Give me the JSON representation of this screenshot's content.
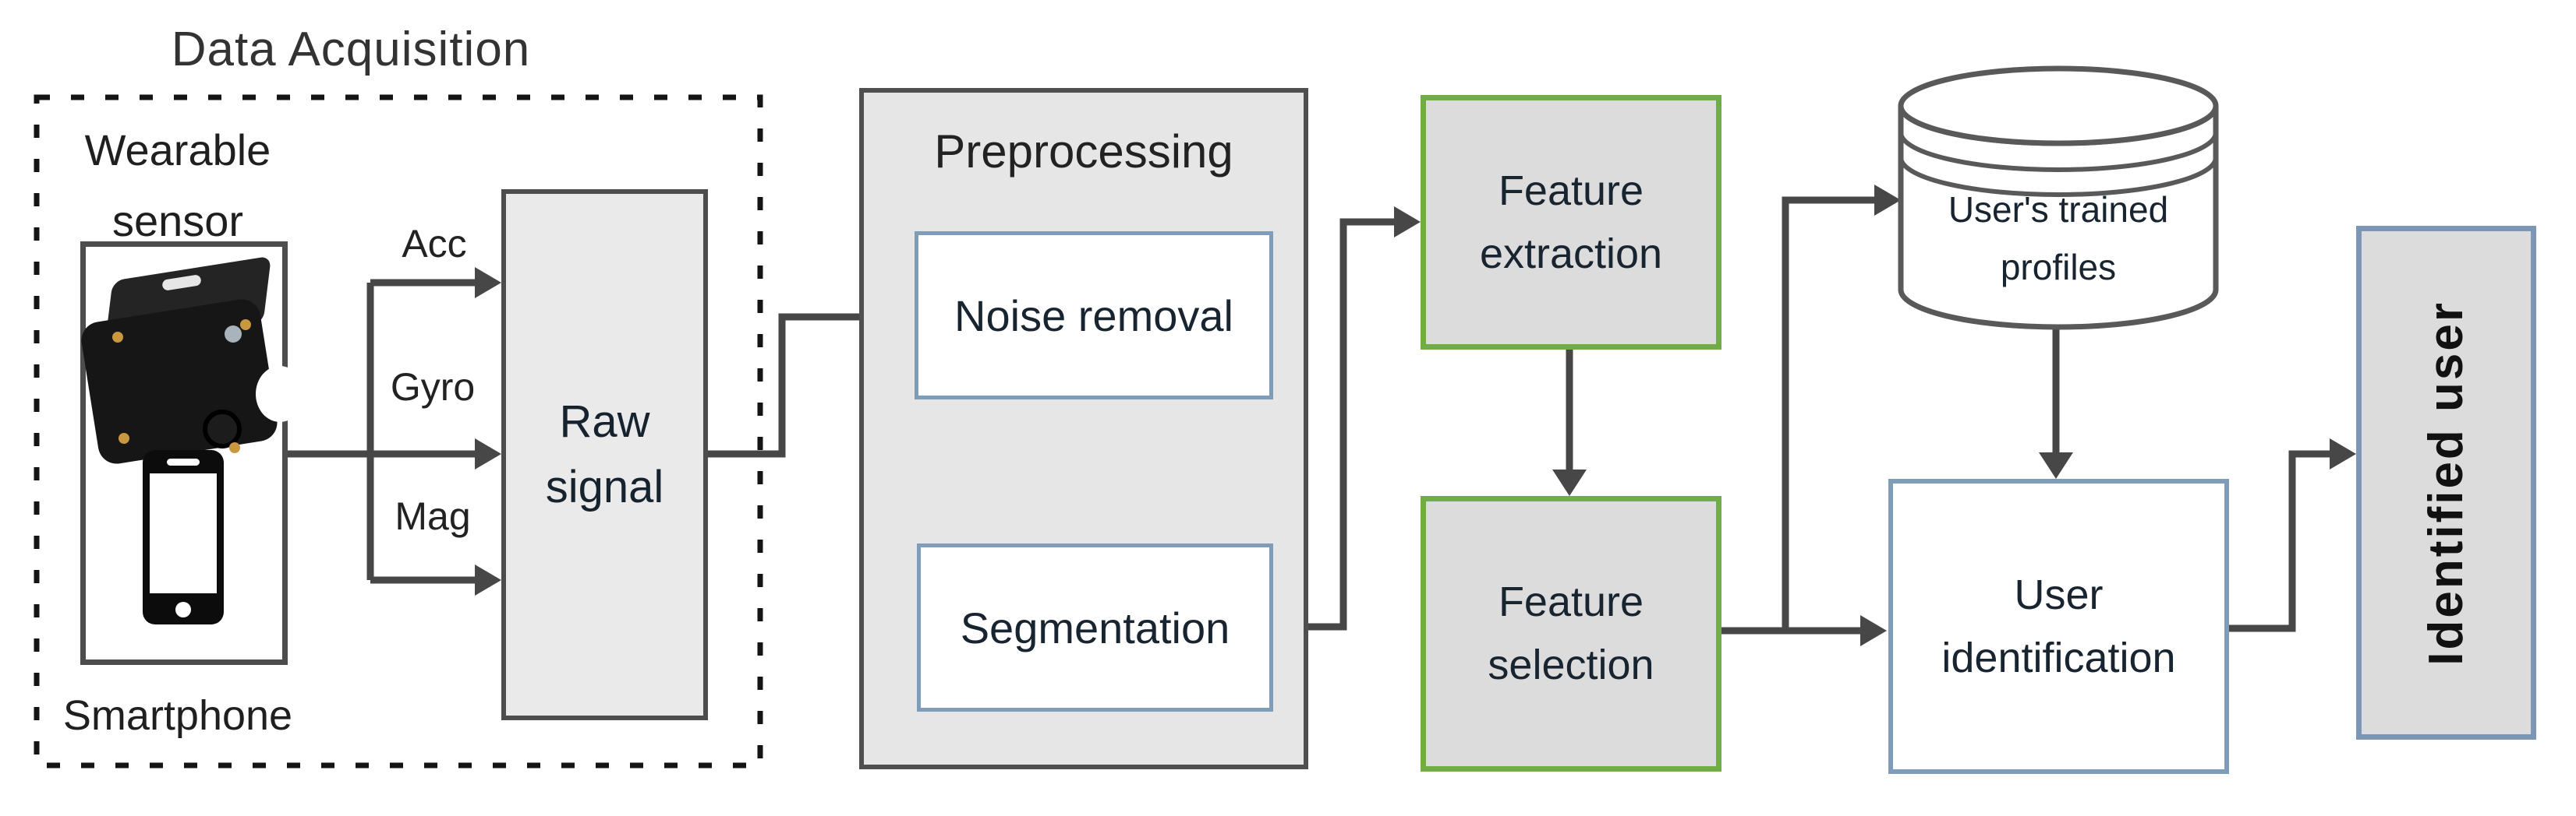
{
  "title": "Data Acquisition",
  "acquisition": {
    "device_group_label": "Wearable\nsensor",
    "smartphone_label": "Smartphone",
    "signals": [
      "Acc",
      "Gyro",
      "Mag"
    ],
    "raw_signal_label": "Raw\nsignal"
  },
  "preprocessing": {
    "title": "Preprocessing",
    "noise_removal": "Noise removal",
    "segmentation": "Segmentation"
  },
  "features": {
    "extraction": "Feature\nextraction",
    "selection": "Feature\nselection"
  },
  "database": {
    "label": "User's trained\nprofiles"
  },
  "identification": {
    "label": "User\nidentification"
  },
  "output": {
    "label": "Identified user"
  },
  "icons": {
    "sensor": "wearable-sensor-photo",
    "phone": "smartphone-icon",
    "database": "database-cylinder-icon"
  },
  "colors": {
    "line": "#474747",
    "box_border_gray": "#4d4d4d",
    "panel_fill": "#e6e6e6",
    "raw_fill": "#eaeaea",
    "feature_fill": "#dcdcdc",
    "green_border": "#70ad47",
    "blue_border": "#7f9db9",
    "identified_fill": "#dcdcdc",
    "text": "#1f1f1f"
  }
}
